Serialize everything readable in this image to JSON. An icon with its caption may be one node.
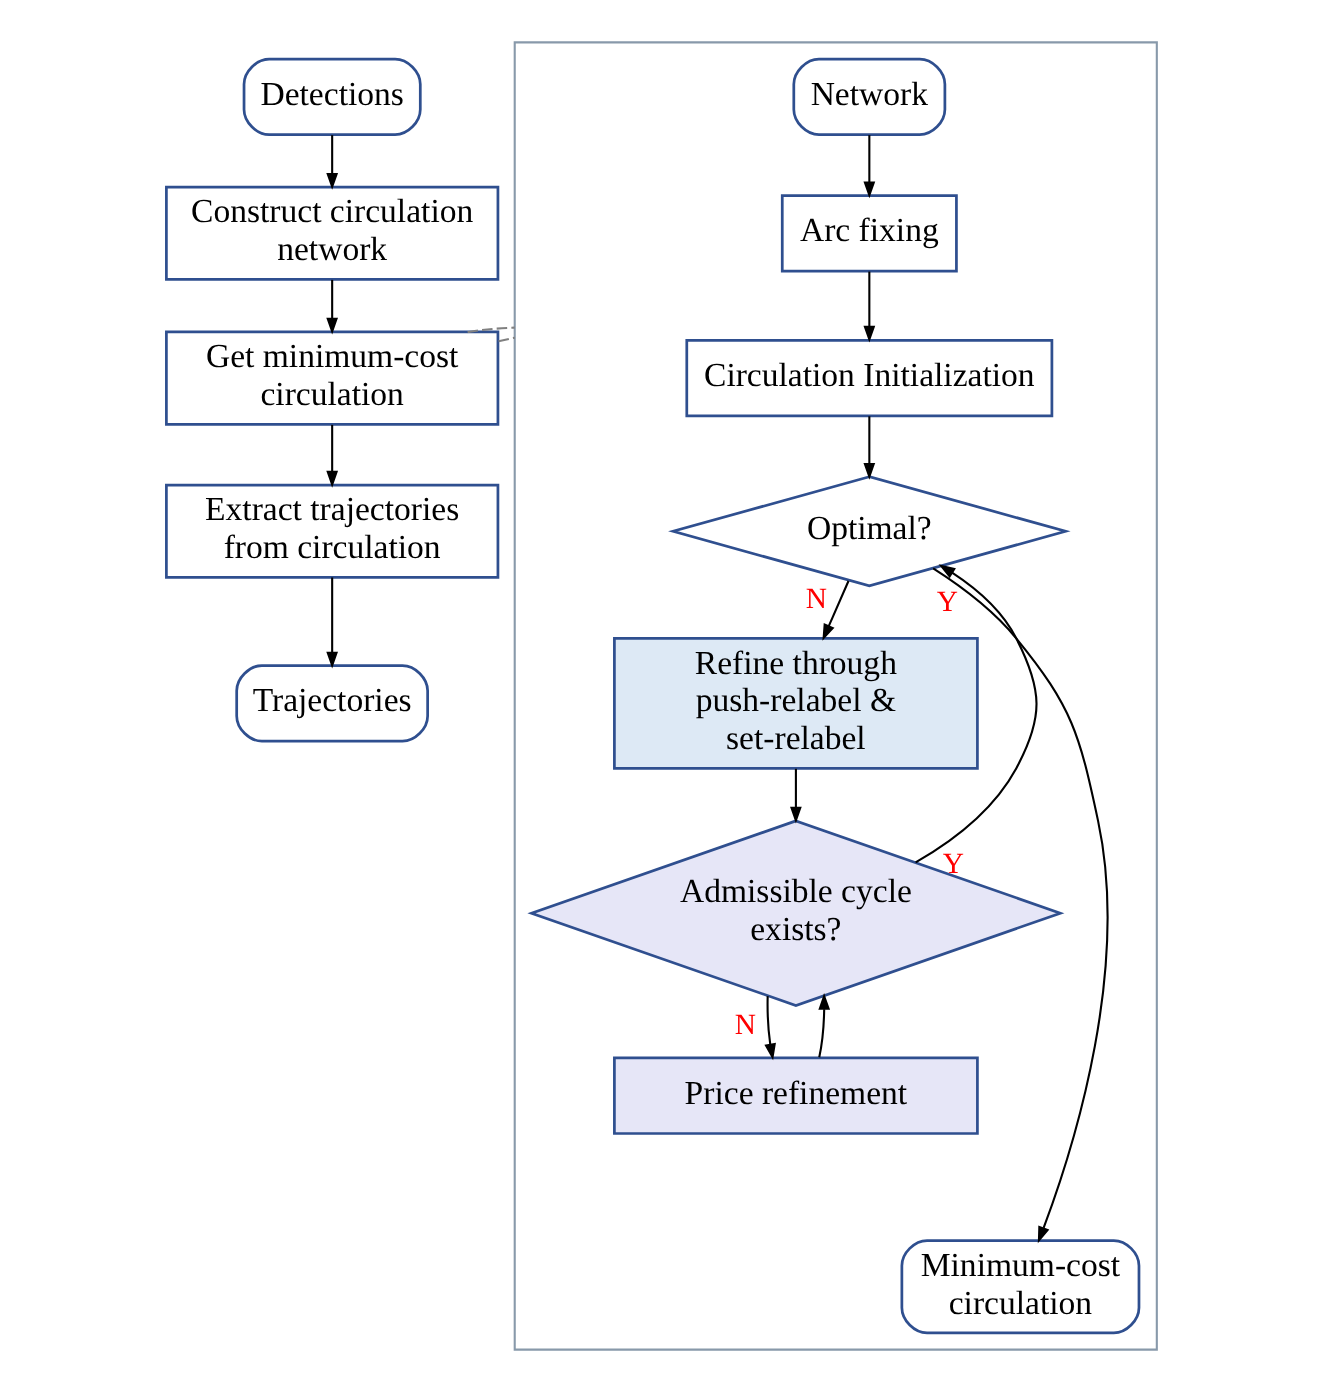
{
  "diagram": {
    "nodes": [
      {
        "text": [
          "Detections"
        ]
      },
      {
        "text": [
          "Construct circulation network"
        ]
      },
      {
        "text": [
          "Get minimum-cost circulation"
        ]
      },
      {
        "text": [
          "Extract trajectories from circulation"
        ]
      },
      {
        "text": [
          "Trajectories"
        ]
      },
      {
        "text": [],
        "shape": "box"
      },
      {
        "text": [
          "Network"
        ],
        "in": 5
      },
      {
        "text": [
          "Arc fixing"
        ],
        "in": 5
      },
      {
        "text": [
          "Circulation Initialization"
        ],
        "in": 5
      },
      {
        "text": [
          "Optimal?"
        ],
        "in": 5
      },
      {
        "text": [
          "Refine through push-relabel & set-relabel"
        ],
        "in": 5
      },
      {
        "text": [
          "Admissible cycle exists?"
        ],
        "in": 5
      },
      {
        "text": [
          "Price refinement"
        ],
        "in": 5
      },
      {
        "text": [
          "Minimum-cost circulation"
        ],
        "in": 5
      }
    ],
    "edges": [
      {
        "from": 0,
        "to": 1,
        "arrow": "to"
      },
      {
        "from": 1,
        "to": 2,
        "arrow": "to"
      },
      {
        "from": 2,
        "to": 3,
        "arrow": "to"
      },
      {
        "from": 3,
        "to": 4,
        "arrow": "to"
      },
      {
        "from": 2,
        "to": 5,
        "arrow": "none",
        "style": "dashed",
        "color": "#808080"
      },
      {
        "from": 2,
        "to": 5,
        "arrow": "none",
        "style": "dashed",
        "color": "#808080"
      },
      {
        "from": 6,
        "to": 7,
        "arrow": "to"
      },
      {
        "from": 7,
        "to": 8,
        "arrow": "to"
      },
      {
        "from": 8,
        "to": 9,
        "arrow": "to"
      },
      {
        "from": 9,
        "to": 10,
        "arrow": "to",
        "label": "N"
      },
      {
        "from": 9,
        "to": 13,
        "arrow": "to",
        "label": "Y"
      },
      {
        "from": 10,
        "to": 11,
        "arrow": "to"
      },
      {
        "from": 11,
        "to": 12,
        "arrow": "to",
        "label": "N"
      },
      {
        "from": 12,
        "to": 11,
        "arrow": "to"
      },
      {
        "from": 11,
        "to": 9,
        "arrow": "to",
        "label": "Y"
      }
    ]
  }
}
